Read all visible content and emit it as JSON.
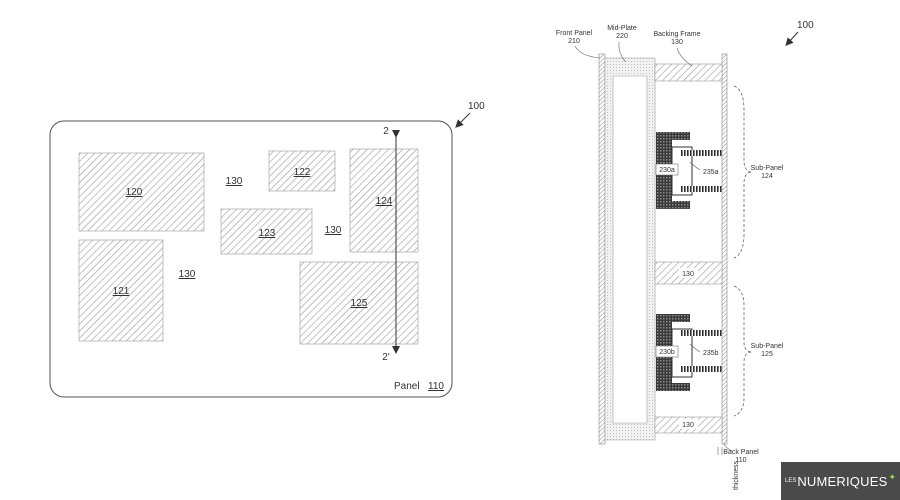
{
  "left_figure": {
    "ref": "100",
    "panel_caption": "Panel",
    "panel_number": "110",
    "region_label": "130",
    "section_top": "2",
    "section_bottom": "2'",
    "subpanels": [
      "120",
      "121",
      "122",
      "123",
      "124",
      "125"
    ]
  },
  "right_figure": {
    "ref": "100",
    "front_panel": {
      "name": "Front Panel",
      "num": "210"
    },
    "mid_plate": {
      "name": "Mid-Plate",
      "num": "220"
    },
    "backing_frame": {
      "name": "Backing Frame",
      "num": "130"
    },
    "sub_panel_top": {
      "name": "Sub-Panel",
      "num": "124"
    },
    "sub_panel_bottom": {
      "name": "Sub-Panel",
      "num": "125"
    },
    "back_panel": {
      "name": "Back Panel",
      "num": "110"
    },
    "frame_label": "130",
    "comp_a": "230a",
    "comp_b": "230b",
    "conn_a": "235a",
    "conn_b": "235b",
    "thickness_label": "thickness"
  },
  "watermark": {
    "prefix": "LES",
    "name": "NUMERIQUES"
  }
}
